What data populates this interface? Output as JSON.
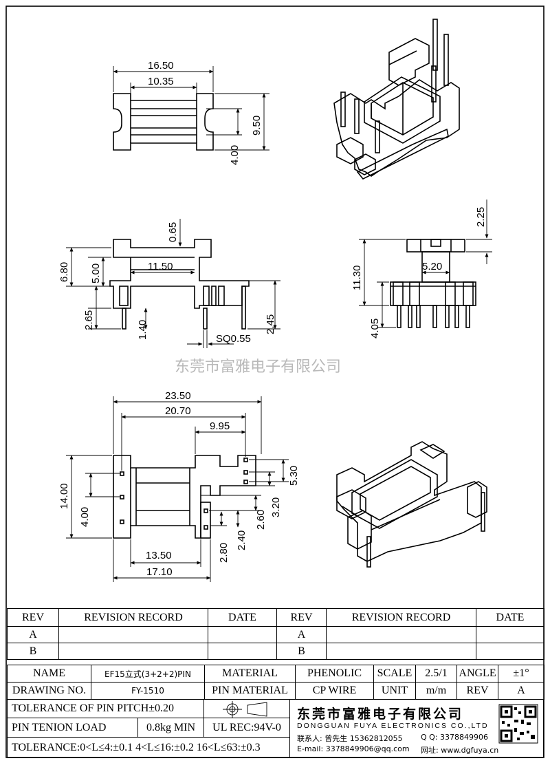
{
  "dimensions": {
    "top_width": "16.50",
    "top_inner": "10.35",
    "top_height": "9.50",
    "top_slot": "4.00",
    "side_total": "6.80",
    "side_upper": "5.00",
    "side_gap": "0.65",
    "side_center": "11.50",
    "side_base": "2.65",
    "side_pin_offset": "1.40",
    "side_pin_len": "2.45",
    "pin_sq": "SQ0.55",
    "front_top": "2.25",
    "front_total": "11.30",
    "front_center": "5.20",
    "front_pin_len": "4.05",
    "bottom_overall": "23.50",
    "bottom_pins": "20.70",
    "bottom_right": "9.95",
    "bottom_h": "14.00",
    "bottom_left": "4.00",
    "bottom_r1": "5.30",
    "bottom_r2": "3.20",
    "bottom_r3": "2.60",
    "bottom_r4": "2.40",
    "bottom_r5": "2.80",
    "bottom_width1": "13.50",
    "bottom_width2": "17.10"
  },
  "watermark": "东莞市富雅电子有限公司",
  "revision_table": {
    "headers": [
      "REV",
      "REVISION RECORD",
      "DATE",
      "REV",
      "REVISION RECORD",
      "DATE"
    ],
    "rows": [
      [
        "A",
        "",
        "",
        "A",
        "",
        ""
      ],
      [
        "B",
        "",
        "",
        "B",
        "",
        ""
      ]
    ]
  },
  "title_block": {
    "name_label": "NAME",
    "name_value": "EF15立式(3+2+2)PIN",
    "material_label": "MATERIAL",
    "material_value": "PHENOLIC",
    "scale_label": "SCALE",
    "scale_value": "2.5/1",
    "angle_label": "ANGLE",
    "angle_value": "±1°",
    "drawing_no_label": "DRAWING NO.",
    "drawing_no_value": "FY-1510",
    "pin_material_label": "PIN MATERIAL",
    "pin_material_value": "CP WIRE",
    "unit_label": "UNIT",
    "unit_value": "m/m",
    "rev_label": "REV",
    "rev_value": "A",
    "tol_pitch_label": "TOLERANCE OF PIN PITCH±0.20",
    "pin_tension_label": "PIN TENION LOAD",
    "pin_tension_value": "0.8kg MIN",
    "ul_rec": "UL REC:94V-0",
    "tolerance_line": "TOLERANCE:0<L≤4:±0.1  4<L≤16:±0.2  16<L≤63:±0.3"
  },
  "company": {
    "name_cn": "东莞市富雅电子有限公司",
    "name_en": "DONGGUAN FUYA ELECTRONICS CO.,LTD",
    "contact": "联系人: 曾先生 15362812055",
    "qq": "Q Q: 3378849906",
    "email": "E-mail: 3378849906@qq.com",
    "website": "网址: www.dgfuya.cn"
  }
}
